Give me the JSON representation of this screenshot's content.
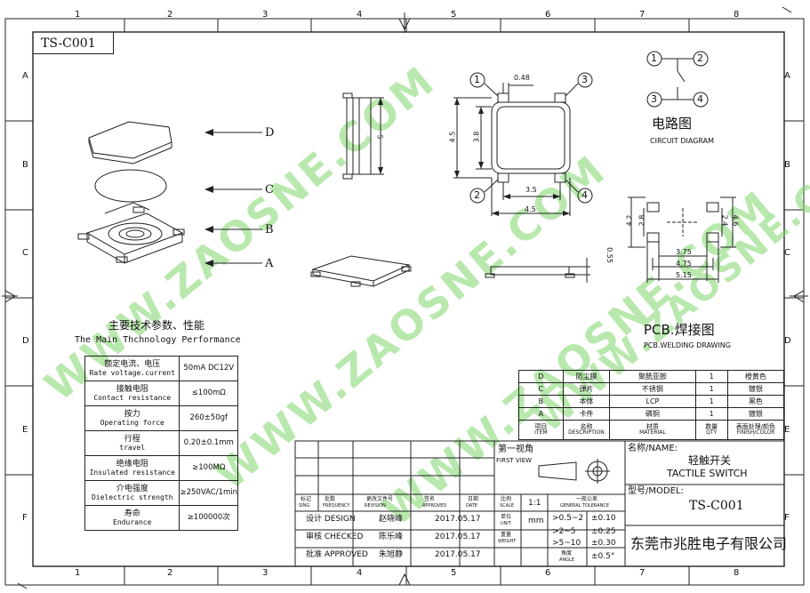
{
  "drawing_code": "TS-C001",
  "grid": {
    "columns": [
      "1",
      "2",
      "3",
      "4",
      "5",
      "6",
      "7",
      "8"
    ],
    "rows": [
      "A",
      "B",
      "C",
      "D",
      "E",
      "F"
    ]
  },
  "exploded_view": {
    "labels": [
      "D",
      "C",
      "B",
      "A"
    ]
  },
  "dimensions": {
    "side_height": "5",
    "terminal_width": "0.48",
    "body_height": "4.5",
    "inner_height": "3.8",
    "pad_pitch": "3.5",
    "body_width": "4.5",
    "thickness": "0.55",
    "pcb_pad_h": "2.8",
    "pcb_outer_h": "4.2",
    "pcb_right_inner": "2.4",
    "pcb_right_outer": "4.6",
    "pcb_w1": "3.75",
    "pcb_w2": "4.75",
    "pcb_w3": "5.15"
  },
  "pins": [
    "1",
    "2",
    "3",
    "4"
  ],
  "circuit": {
    "title_cn": "电路图",
    "title_en": "CIRCUIT DIAGRAM"
  },
  "pcb": {
    "title_cn": "PCB.焊接图",
    "title_en": "PCB.WELDING DRAWING"
  },
  "performance": {
    "title_cn": "主要技术参数、性能",
    "title_en": "The Main Thchnology Performance",
    "rows": [
      {
        "cn": "额定电流、电压",
        "en": "Rate voltage.current",
        "value": "50mA DC12V"
      },
      {
        "cn": "接触电阻",
        "en": "Contact resistance",
        "value": "≤100mΩ"
      },
      {
        "cn": "按力",
        "en": "Operating force",
        "value": "260±50gf"
      },
      {
        "cn": "行程",
        "en": "travel",
        "value": "0.20±0.1mm"
      },
      {
        "cn": "绝缘电阻",
        "en": "Insulated resistance",
        "value": "≥100MΩ"
      },
      {
        "cn": "介电强度",
        "en": "Dielectric strength",
        "value": "≥250VAC/1min"
      },
      {
        "cn": "寿命",
        "en": "Endurance",
        "value": "≥100000次"
      }
    ]
  },
  "parts": {
    "rows": [
      {
        "item": "D",
        "name": "防尘膜",
        "material": "聚酰亚胺",
        "qty": "1",
        "finish": "橙黄色"
      },
      {
        "item": "C",
        "name": "弹片",
        "material": "不锈钢",
        "qty": "1",
        "finish": "镀银"
      },
      {
        "item": "B",
        "name": "本体",
        "material": "LCP",
        "qty": "1",
        "finish": "黑色"
      },
      {
        "item": "A",
        "name": "卡件",
        "material": "磷铜",
        "qty": "1",
        "finish": "镀银"
      }
    ],
    "header": {
      "item_cn": "项目",
      "item_en": "ITEM",
      "name_cn": "名称",
      "name_en": "DESCRIPTION",
      "material_cn": "材质",
      "material_en": "MATERIAL",
      "qty_cn": "数量",
      "qty_en": "QTY",
      "finish_cn": "表面处理/颜色",
      "finish_en": "FINISH/COLOR"
    }
  },
  "title_block": {
    "first_view_cn": "第一视角",
    "first_view_en": "FIRST VIEW",
    "name_label": "名称/NAME:",
    "product_cn": "轻触开关",
    "product_en": "TACTILE SWITCH",
    "model_label": "型号/MODEL:",
    "model": "TS-C001",
    "company": "东莞市兆胜电子有限公司",
    "rev_headers": [
      {
        "cn": "标记",
        "en": "SING"
      },
      {
        "cn": "处数",
        "en": "FREQUENCY"
      },
      {
        "cn": "更改文件号",
        "en": "REVISION"
      },
      {
        "cn": "签名",
        "en": "APPROVED"
      },
      {
        "cn": "日期",
        "en": "DATE"
      }
    ],
    "scale_cn": "比例",
    "scale_en": "SCALE",
    "scale": "1:1",
    "tolerance_cn": "一般公差",
    "tolerance_en": "GENERAL TOLERANCE",
    "unit_cn": "单位",
    "unit_en": "UNIT",
    "unit": "mm",
    "weight_cn": "重量",
    "weight_en": "WEIGHT",
    "angle_cn": "角度",
    "angle_en": "ANGLE",
    "signoffs": [
      {
        "role": "设计 DESIGN",
        "name": "赵晓峰",
        "date": "2017.05.17"
      },
      {
        "role": "审核 CHECKED",
        "name": "陈乐峰",
        "date": "2017.05.17"
      },
      {
        "role": "批准 APPROVED",
        "name": "朱旭静",
        "date": "2017.05.17"
      }
    ],
    "tolerances": [
      {
        "range": ">0.5~2",
        "tol": "±0.10"
      },
      {
        "range": ">2~5",
        "tol": "±0.25"
      },
      {
        "range": ">5~10",
        "tol": "±0.30"
      },
      {
        "range": "",
        "tol": "±0.5°"
      }
    ]
  },
  "watermark": "WWW.ZAOSNE.COM",
  "colors": {
    "watermark": "#7fd66b",
    "line": "#222222"
  }
}
